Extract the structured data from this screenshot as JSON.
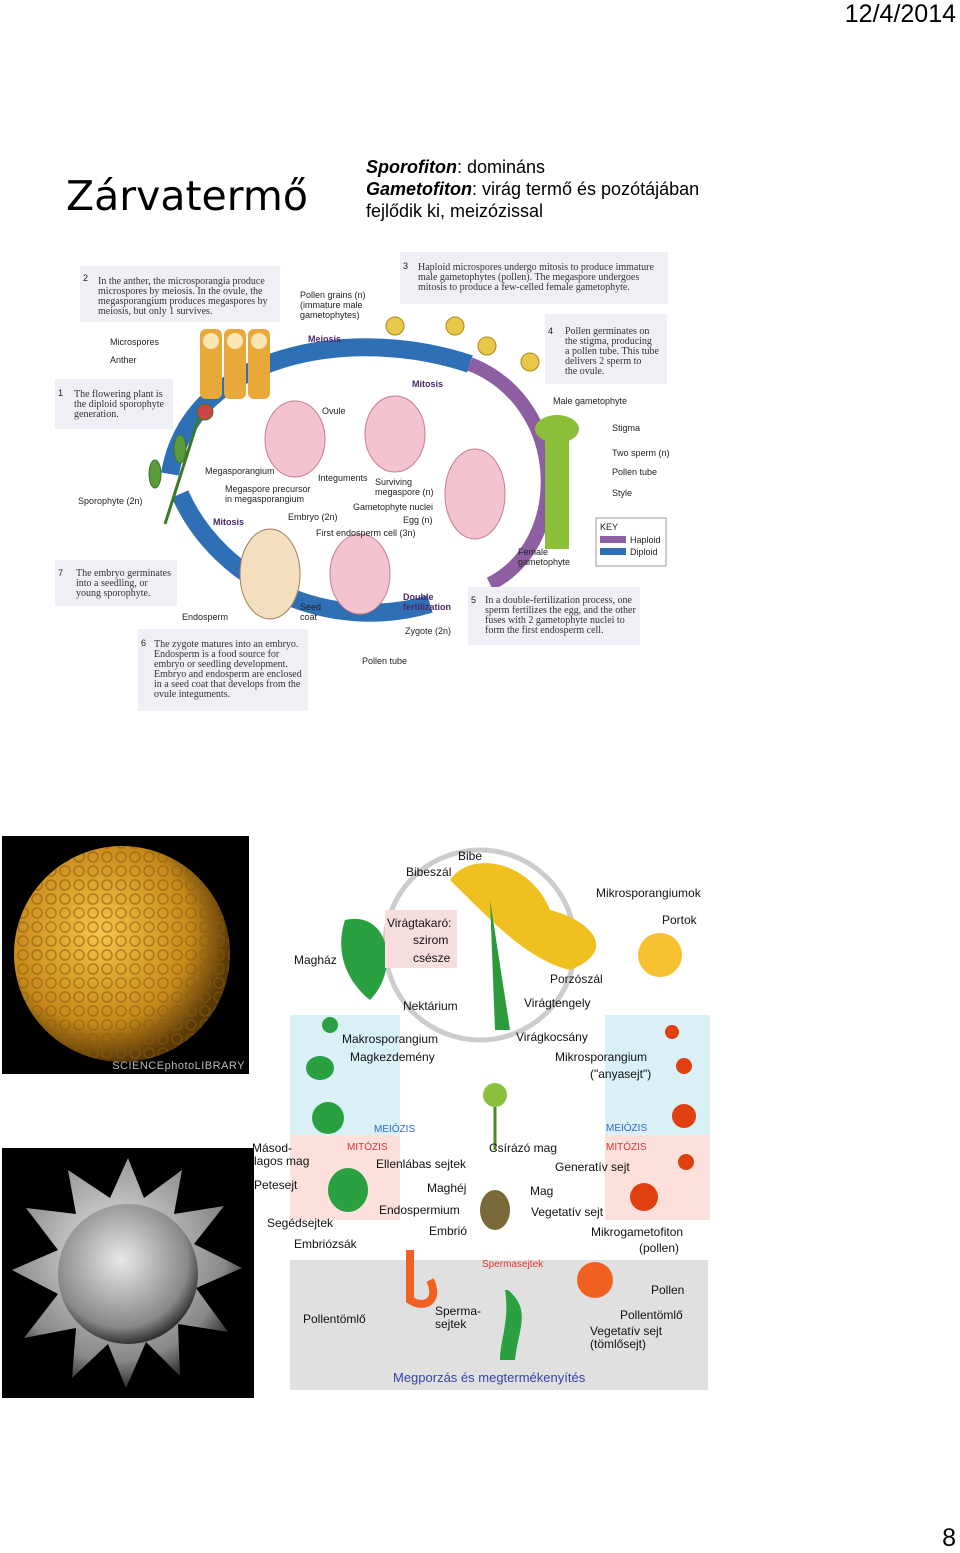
{
  "header": {
    "date": "12/4/2014"
  },
  "slide": {
    "title": "Zárvatermő",
    "sporofiton_term": "Sporofiton",
    "sporofiton_rest": ": domináns",
    "gametofiton_term": "Gametofiton",
    "gametofiton_rest": ": virág termő és pozótájában",
    "line3": "fejlődik ki, meizózissal"
  },
  "lifecycle": {
    "step2": [
      "In the anther, the microsporangia produce",
      "microspores by meiosis. In the ovule, the",
      "megasporangium produces megaspores by",
      "meiosis, but only 1 survives."
    ],
    "step3": [
      "Haploid microspores undergo mitosis to produce immature",
      "male gametophytes (pollen). The megaspore undergoes",
      "mitosis to produce a few-celled female gametophyte."
    ],
    "step4": [
      "Pollen germinates on",
      "the stigma, producing",
      "a pollen tube. This tube",
      "delivers 2 sperm to",
      "the ovule."
    ],
    "step1": [
      "The flowering plant is",
      "the diploid sporophyte",
      "generation."
    ],
    "step7": [
      "The embryo germinates",
      "into a seedling, or",
      "young sporophyte."
    ],
    "step5": [
      "In a double-fertilization process, one",
      "sperm fertilizes the egg, and the other",
      "fuses with 2 gametophyte nuclei to",
      "form the first endosperm cell."
    ],
    "step6": [
      "The zygote matures into an embryo.",
      "Endosperm is a food source for",
      "embryo or seedling development.",
      "Embryo and endosperm are enclosed",
      "in a seed coat that develops from the",
      "ovule integuments."
    ],
    "num1": "1",
    "num2": "2",
    "num3": "3",
    "num4": "4",
    "num5": "5",
    "num6": "6",
    "num7": "7",
    "pollen_grains": [
      "Pollen grains (n)",
      "(immature male",
      "gametophytes)"
    ],
    "microspores": "Microspores",
    "anther": "Anther",
    "meiosis_top": "Meiosis",
    "mitosis_top": "Mitosis",
    "ovule": "Ovule",
    "male_gametophyte": "Male gametophyte",
    "stigma": "Stigma",
    "two_sperm": "Two sperm (n)",
    "pollen_tube_r": "Pollen tube",
    "style": "Style",
    "megasporangium": "Megasporangium",
    "integuments": "Integuments",
    "megaspore_precursor": [
      "Megaspore precursor",
      "in megasporangium"
    ],
    "surviving": [
      "Surviving",
      "megaspore (n)"
    ],
    "gametophyte_nuclei": "Gametophyte nuclei",
    "egg": "Egg (n)",
    "sporophyte": "Sporophyte (2n)",
    "mitosis_left": "Mitosis",
    "embryo": "Embryo (2n)",
    "first_endosperm": "First endosperm cell (3n)",
    "female_gametophyte": [
      "Female",
      "gametophyte"
    ],
    "key_title": "KEY",
    "key_haploid": "Haploid",
    "key_diploid": "Diploid",
    "endosperm": "Endosperm",
    "seed_coat": [
      "Seed",
      "coat"
    ],
    "double_fert": [
      "Double",
      "fertilization"
    ],
    "zygote": "Zygote (2n)",
    "pollen_tube_b": "Pollen tube"
  },
  "photo": {
    "credit": "SCIENCEphotoLIBRARY"
  },
  "hu": {
    "bibe": "Bibe",
    "bibeszal": "Bibeszál",
    "mikrosporangiumok": "Mikrosporangiumok",
    "portok": "Portok",
    "viragtakaro": "Virágtakaró:",
    "szirom": "szirom",
    "csesze": "csésze",
    "maghaz": "Magház",
    "porzoszal": "Porzószál",
    "nektarium": "Nektárium",
    "viragtengely": "Virágtengely",
    "viragkocsany": "Virágkocsány",
    "makrosporangium": "Makrosporangium",
    "magkezdemeny": "Magkezdemény",
    "mikrosporangium": "Mikrosporangium",
    "anyasejt": "(\"anyasejt\")",
    "meiozis_l": "MEIÓZIS",
    "meiozis_r": "MEIÓZIS",
    "mitozis_l": "MITÓZIS",
    "mitozis_r": "MITÓZIS",
    "masodlagos1": "Másod-",
    "masodlagos2": "lagos mag",
    "csirazo_mag": "Csírázó mag",
    "ellenlabas": "Ellenlábas sejtek",
    "generativ": "Generatív sejt",
    "petesejt": "Petesejt",
    "maghej": "Maghéj",
    "mag": "Mag",
    "vegetativ": "Vegetatív sejt",
    "segedsejtek": "Segédsejtek",
    "endospermium": "Endospermium",
    "embriozsak": "Embriózsák",
    "embrio": "Embrió",
    "mikrogametofiton": "Mikrogametofiton",
    "pollen_paren": "(pollen)",
    "spermasejtek": "Spermasejtek",
    "pollen": "Pollen",
    "pollentomlo_l": "Pollentömlő",
    "pollentomlo_r": "Pollentömlő",
    "sperma1": "Sperma-",
    "sperma2": "sejtek",
    "vegetativ2": "Vegetatív sejt",
    "tomlosejt": "(tömlősejt)",
    "megporzas": "Megporzás és megtermékenyítés"
  },
  "page": {
    "number": "8"
  }
}
